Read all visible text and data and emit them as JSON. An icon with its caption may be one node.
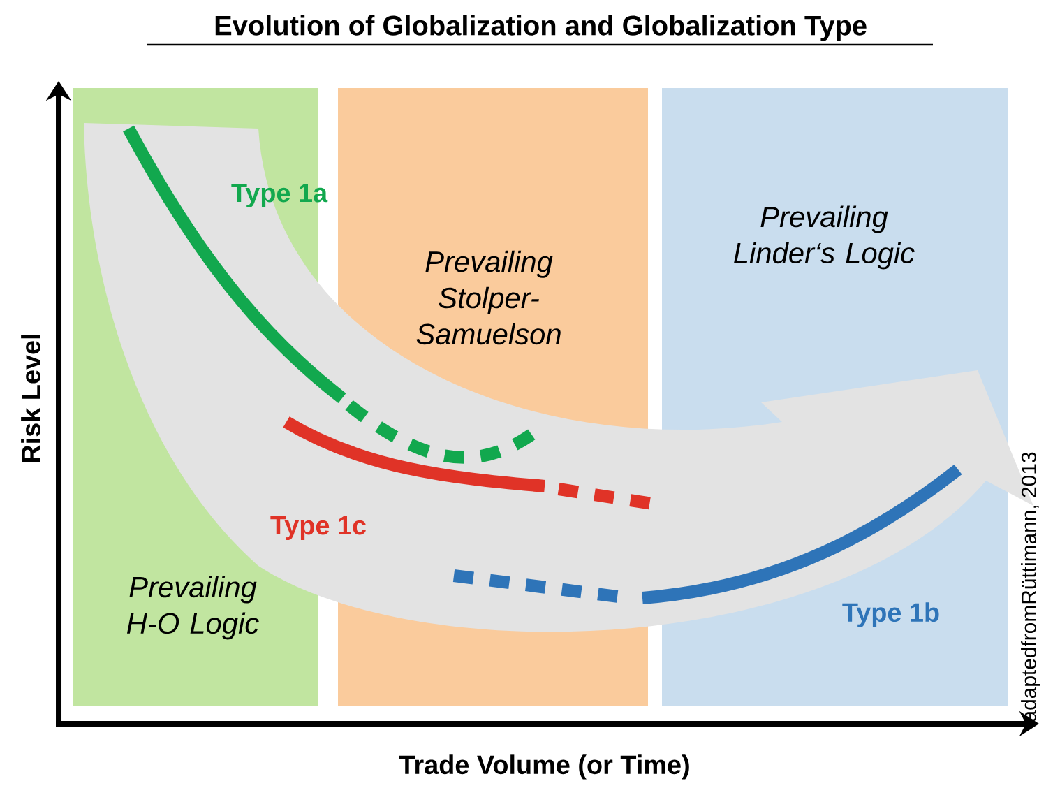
{
  "diagram": {
    "title": "Evolution of Globalization and Globalization Type",
    "nodes": [
      {
        "text": [
          "Prevailing H-O Logic"
        ]
      },
      {
        "text": [
          "Prevailing Stolper-Samuelson"
        ]
      },
      {
        "text": [
          "Prevailing Linder‘s Logic"
        ]
      }
    ],
    "labels": [
      "Type 1a",
      "Type 1c",
      "Type 1b",
      "Risk Level",
      "Trade Volume (or Time)",
      "adaptedfromRüttimann, 2013"
    ]
  }
}
